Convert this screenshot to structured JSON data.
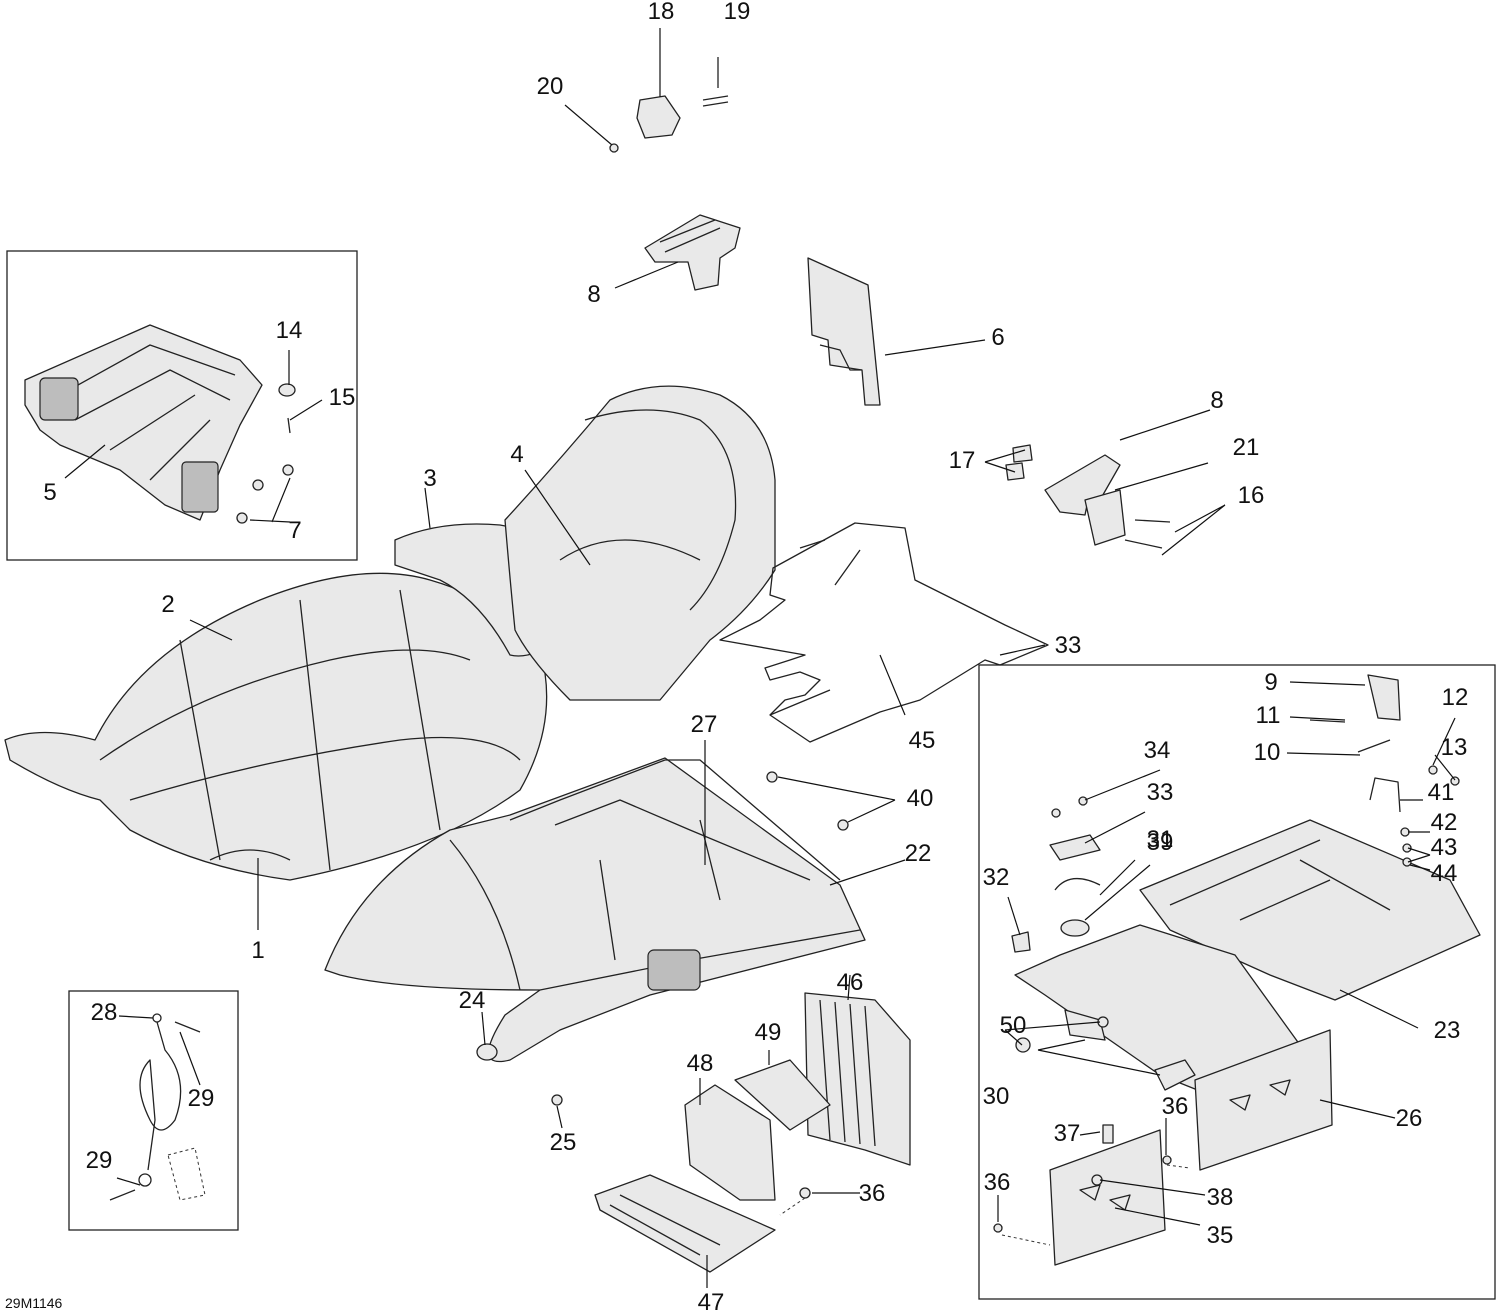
{
  "drawing_code": "29M1146",
  "callouts": [
    "1",
    "2",
    "3",
    "4",
    "5",
    "6",
    "7",
    "8",
    "8",
    "9",
    "10",
    "11",
    "12",
    "13",
    "14",
    "15",
    "16",
    "17",
    "18",
    "19",
    "20",
    "21",
    "22",
    "23",
    "24",
    "25",
    "26",
    "27",
    "28",
    "29",
    "29",
    "30",
    "31",
    "32",
    "33",
    "33",
    "34",
    "35",
    "36",
    "36",
    "36",
    "37",
    "38",
    "39",
    "40",
    "41",
    "42",
    "43",
    "44",
    "45",
    "46",
    "47",
    "48",
    "49",
    "50"
  ]
}
